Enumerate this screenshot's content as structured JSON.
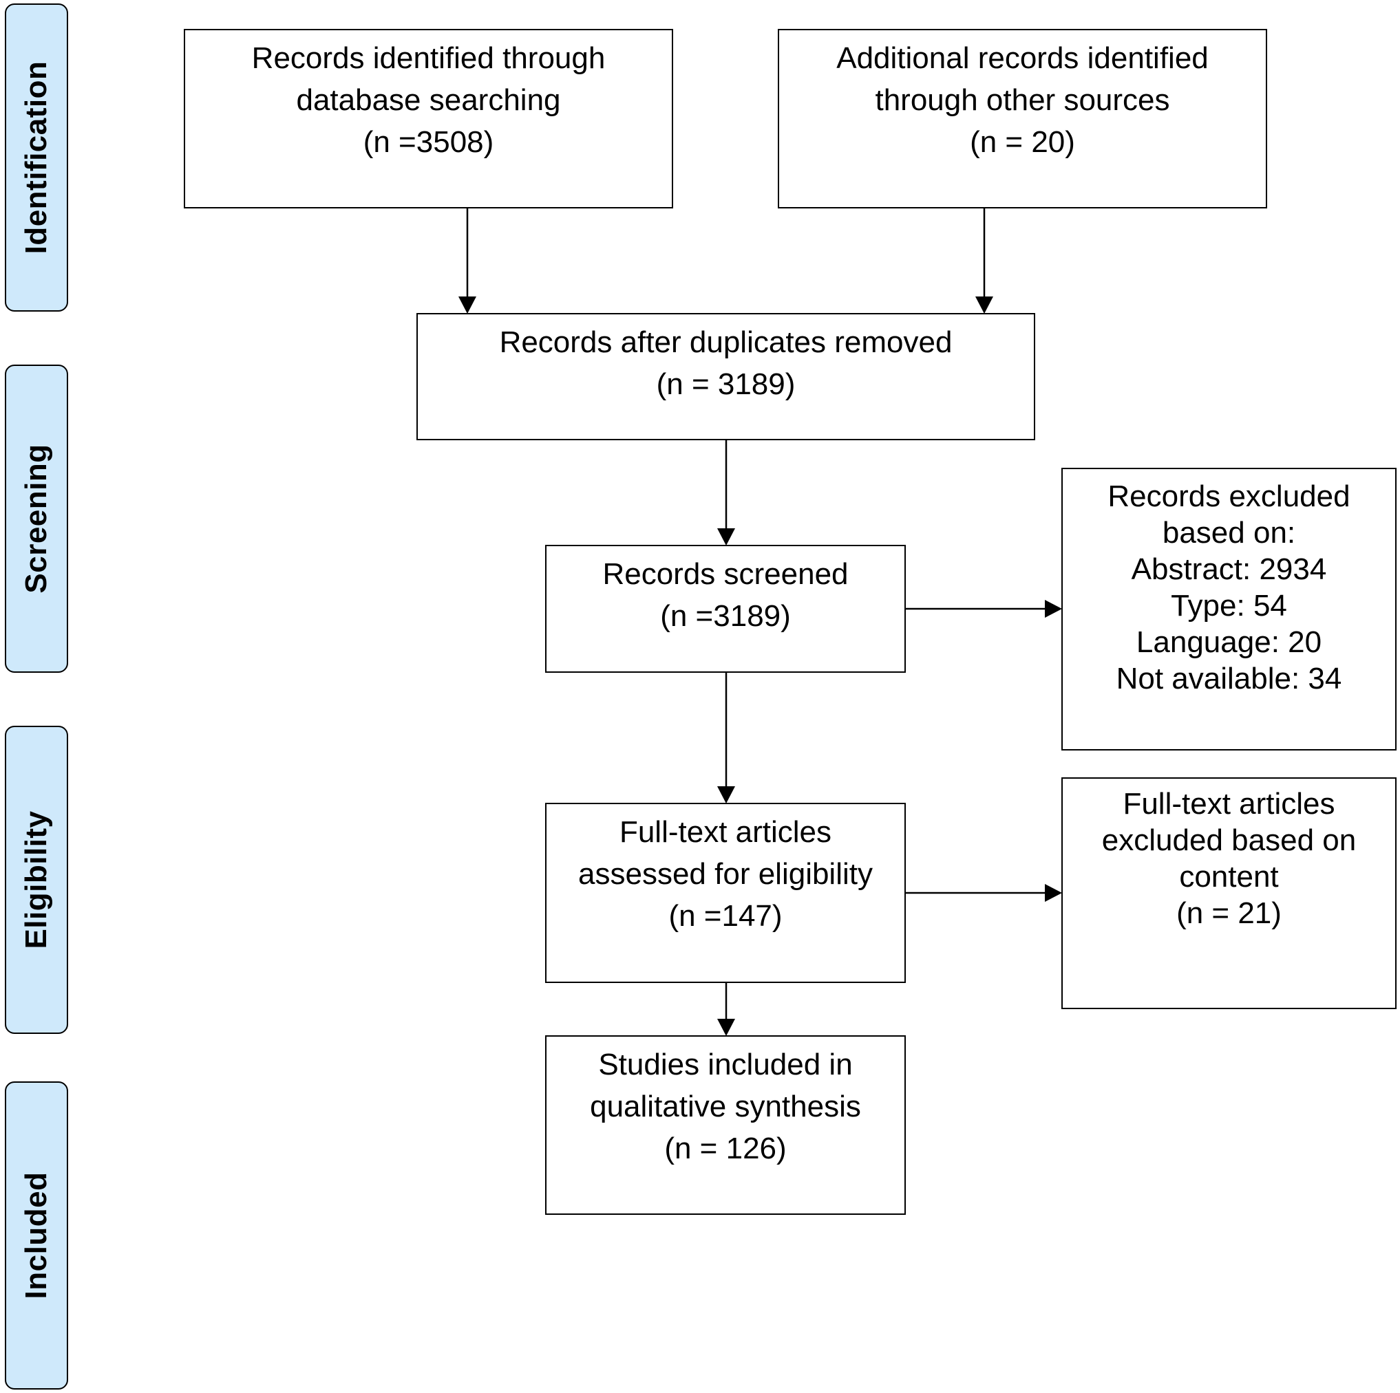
{
  "phases": {
    "identification": "Identification",
    "screening": "Screening",
    "eligibility": "Eligibility",
    "included": "Included"
  },
  "boxes": {
    "database_search": {
      "lines": [
        "Records identified through",
        "database searching",
        "(n =3508)"
      ]
    },
    "other_sources": {
      "lines": [
        "Additional records identified",
        "through other sources",
        "(n = 20)"
      ]
    },
    "after_duplicates": {
      "lines": [
        "Records after duplicates removed",
        "(n = 3189)"
      ]
    },
    "screened": {
      "lines": [
        "Records screened",
        "(n =3189)"
      ]
    },
    "excluded_records": {
      "lines": [
        "Records excluded",
        "based on:",
        "Abstract: 2934",
        "Type: 54",
        "Language: 20",
        "Not available: 34"
      ]
    },
    "fulltext_assessed": {
      "lines": [
        "Full-text articles",
        "assessed for eligibility",
        "(n =147)"
      ]
    },
    "fulltext_excluded": {
      "lines": [
        "Full-text articles",
        "excluded based on",
        "content",
        "(n = 21)"
      ]
    },
    "included_studies": {
      "lines": [
        "Studies included in",
        "qualitative synthesis",
        "(n = 126)"
      ]
    }
  }
}
